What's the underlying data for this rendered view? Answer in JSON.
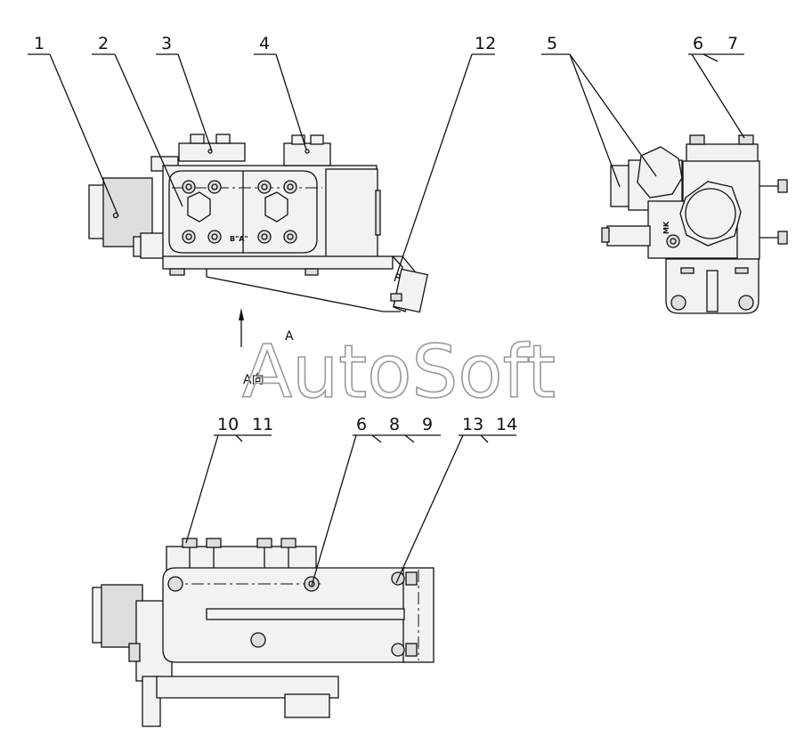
{
  "callouts": {
    "c1": "1",
    "c2": "2",
    "c3": "3",
    "c4": "4",
    "c12": "12",
    "c5": "5",
    "c6a": "6",
    "c7": "7",
    "c10": "10",
    "c11": "11",
    "c6b": "6",
    "c8": "8",
    "c9": "9",
    "c13": "13",
    "c14": "14"
  },
  "view_labels": {
    "arrow_letter": "A",
    "view_direction": "A向",
    "port_mark": "B\"A\"",
    "side_tag": "MK"
  },
  "watermark": "AutoSoft"
}
